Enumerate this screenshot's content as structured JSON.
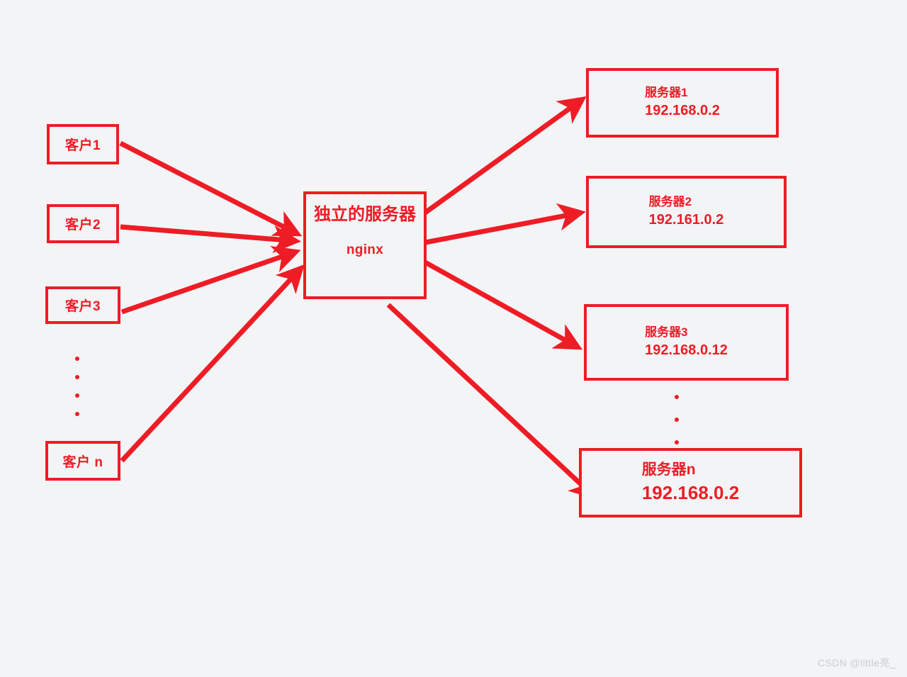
{
  "diagram": {
    "background_color": "#f3f4f6",
    "accent_color": "#ee1c25",
    "clients": [
      {
        "label": "客户1"
      },
      {
        "label": "客户2"
      },
      {
        "label": "客户3"
      },
      {
        "label": "客户 n"
      }
    ],
    "client_ellipsis_dots": 4,
    "balancer": {
      "title": "独立的服务器",
      "subtitle": "nginx"
    },
    "servers": [
      {
        "name": "服务器1",
        "ip": "192.168.0.2"
      },
      {
        "name": "服务器2",
        "ip": "192.161.0.2"
      },
      {
        "name": "服务器3",
        "ip": "192.168.0.12"
      },
      {
        "name": "服务器n",
        "ip": "192.168.0.2"
      }
    ],
    "server_ellipsis_dots": 3
  },
  "watermark": "CSDN @little亮_"
}
